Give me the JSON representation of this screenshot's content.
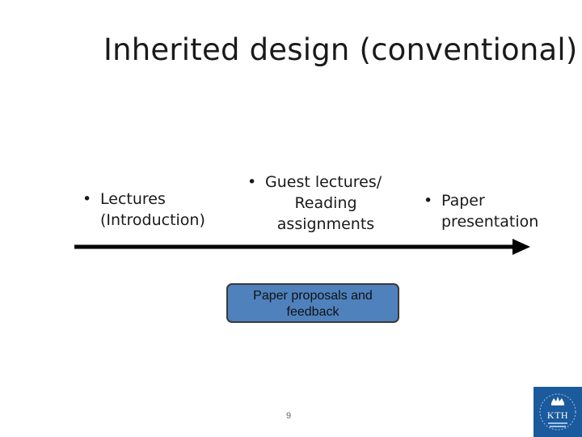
{
  "slide": {
    "title": "Inherited design (conventional)",
    "page_number": "9"
  },
  "timeline": {
    "items": [
      {
        "bullet": "•",
        "lines": [
          "Lectures",
          "(Introduction)"
        ]
      },
      {
        "bullet": "•",
        "lines": [
          "Guest lectures/",
          "Reading",
          "assignments"
        ]
      },
      {
        "bullet": "•",
        "lines": [
          "Paper",
          "presentation"
        ]
      }
    ],
    "box_lines": [
      "Paper proposals and",
      "feedback"
    ]
  },
  "logo": {
    "text": "KTH"
  },
  "colors": {
    "box_fill": "#4f81bd",
    "logo_blue": "#1b5a9c",
    "arrow": "#000000"
  }
}
